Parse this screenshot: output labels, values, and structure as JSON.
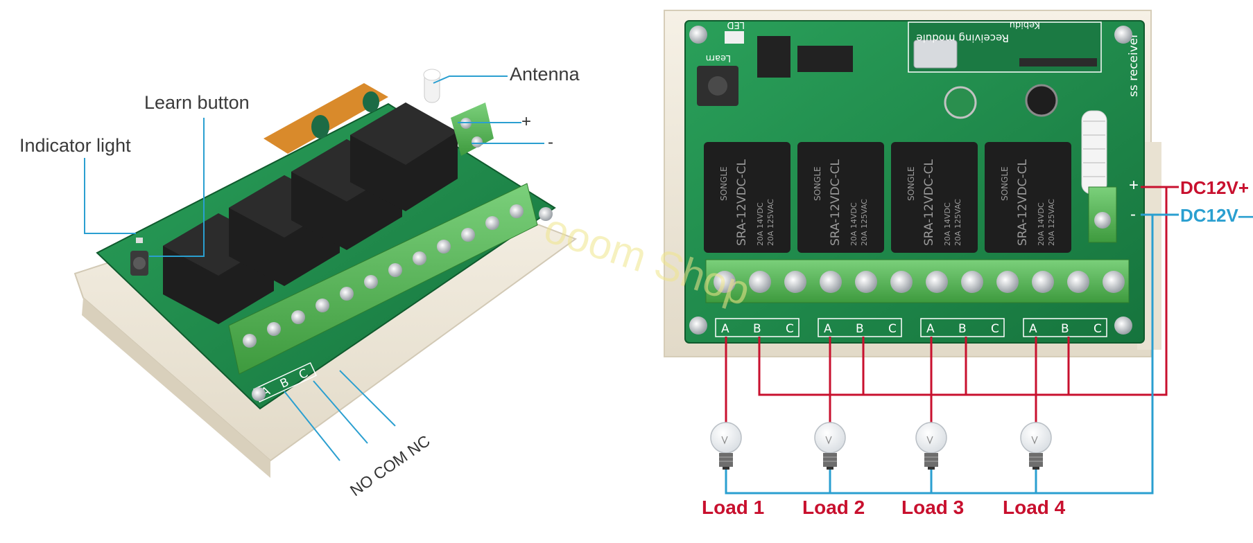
{
  "left_diagram": {
    "callouts": {
      "antenna": "Antenna",
      "learn_button": "Learn button",
      "indicator_light": "Indicator light",
      "plus": "+",
      "minus": "-",
      "no_com_nc": "NO COM NC"
    },
    "terminal_labels": [
      "A",
      "B",
      "C"
    ]
  },
  "right_diagram": {
    "power": {
      "positive": "DC12V+",
      "negative": "DC12V—",
      "plus_sign": "+",
      "minus_sign": "-"
    },
    "board_text": {
      "learn": "Learn",
      "led": "LED",
      "receiving_module": "Receiving module",
      "brand": "Kebidu",
      "receiver": "ss receiver"
    },
    "relay_label": "SRA-12VDC-CL",
    "relay_brand": "SONGLE",
    "relay_rating_1": "20A 14VDC",
    "relay_rating_2": "20A 125VAC",
    "terminal_labels": [
      "A",
      "B",
      "C"
    ],
    "loads": [
      "Load 1",
      "Load 2",
      "Load 3",
      "Load 4"
    ]
  },
  "watermark": "ooom Shop",
  "colors": {
    "pcb_green": "#1f8a4c",
    "terminal_green": "#5cb85c",
    "relay_black": "#1e1e1e",
    "wire_red": "#c8102e",
    "wire_blue": "#2a9fd0",
    "base_cream": "#efe9dc"
  }
}
